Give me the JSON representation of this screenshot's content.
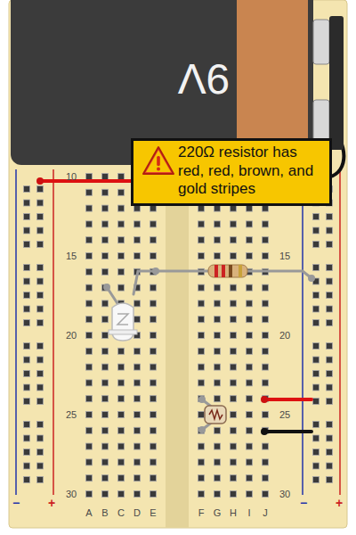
{
  "diagram": {
    "nodes": [
      {
        "text": [
          "220Ω resistor has red, red, brown, and gold stripes"
        ]
      }
    ],
    "labels": [
      "9V",
      "10",
      "15",
      "20",
      "25",
      "30",
      "15",
      "20",
      "25",
      "30",
      "A",
      "B",
      "C",
      "D",
      "E",
      "F",
      "G",
      "H",
      "I",
      "J",
      "−",
      "+",
      "−",
      "+"
    ]
  }
}
